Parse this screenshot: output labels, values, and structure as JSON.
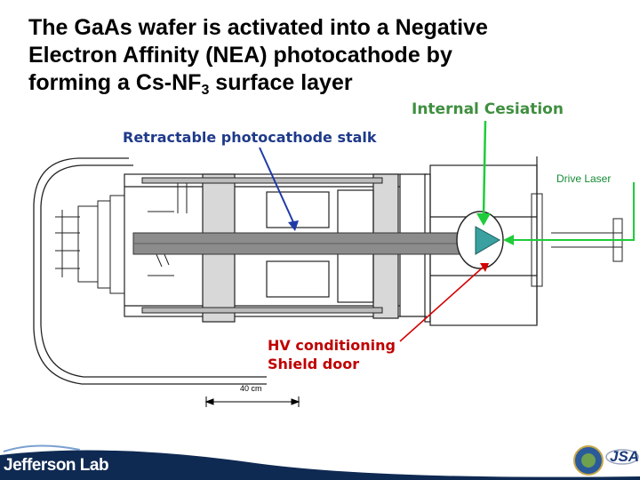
{
  "title": {
    "line1": "The GaAs wafer is activated into a Negative",
    "line2": "Electron Affinity (NEA) photocathode by",
    "line3_prefix": "forming a Cs-NF",
    "line3_sub": "3",
    "line3_suffix": " surface layer"
  },
  "callouts": {
    "internal_cesiation": "Internal Cesiation",
    "retractable_stalk": "Retractable photocathode stalk",
    "drive_laser": "Drive Laser",
    "hv_line1": "HV conditioning",
    "hv_line2": "Shield door"
  },
  "scale_bar": {
    "label": "40 cm"
  },
  "footer": {
    "logo": "Jefferson Lab",
    "partner": "JSA"
  },
  "icons": [
    "jefferson-lab-logo-icon",
    "doe-seal-icon",
    "jsa-logo-icon"
  ],
  "colors": {
    "cesiation": "#3f8f3f",
    "stalk_label": "#1f3a8a",
    "drive_laser": "#168b35",
    "hv": "#c00000",
    "footer_bg": "#0f2a52"
  }
}
